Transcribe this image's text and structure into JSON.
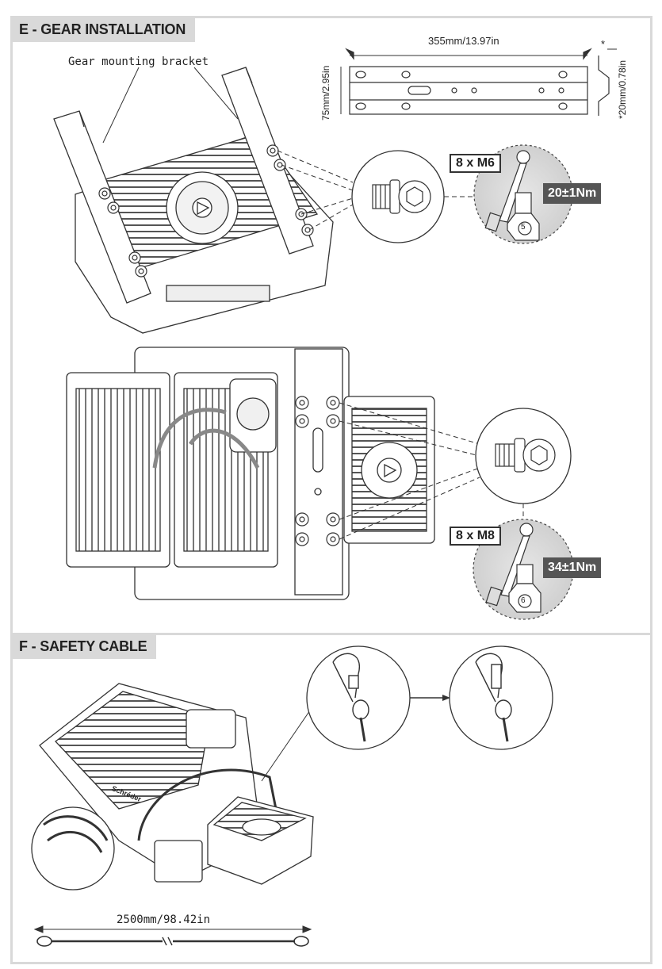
{
  "section_e": {
    "title": "E - GEAR INSTALLATION",
    "bracket_label": "Gear mounting bracket",
    "bracket_length": "355mm/13.97in",
    "bracket_height": "75mm/2.95in",
    "bracket_offset": "*20mm/0.78in",
    "asterisk": "*",
    "m6": {
      "count_label": "8 x M6",
      "torque": "20±1Nm",
      "socket_size": "5"
    },
    "m8": {
      "count_label": "8 x M8",
      "torque": "34±1Nm",
      "socket_size": "6"
    }
  },
  "section_f": {
    "title": "F - SAFETY CABLE",
    "cable_length": "2500mm/98.42in",
    "brand_text": "Schréder"
  }
}
